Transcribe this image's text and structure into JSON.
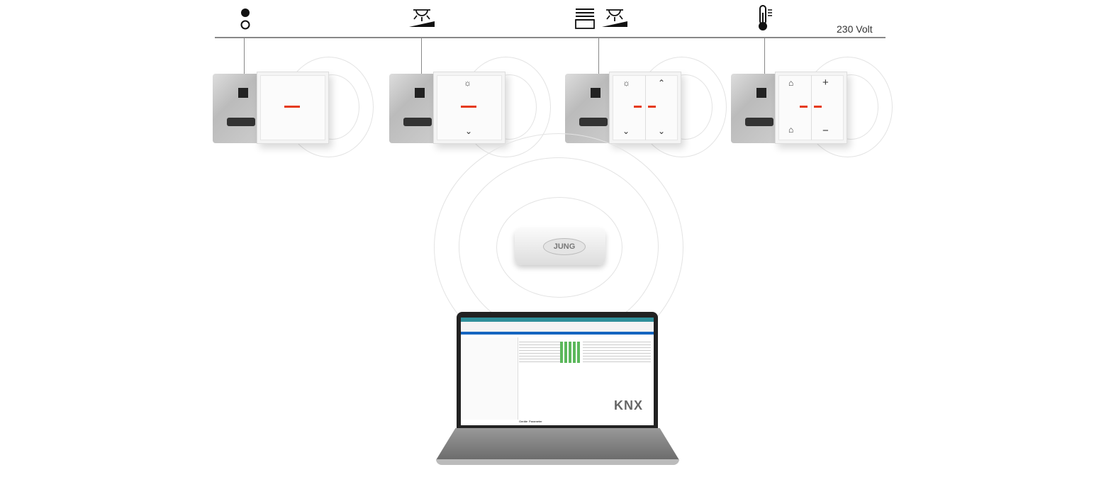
{
  "bus": {
    "label": "230 Volt"
  },
  "icons": [
    "on-off-icon",
    "dimmer-icon",
    "blind-dimmer-icon",
    "thermostat-icon"
  ],
  "devices": [
    {
      "name": "switch-actuator",
      "symbols": []
    },
    {
      "name": "dimmer-actuator",
      "symbols": [
        "☼",
        "⌄"
      ]
    },
    {
      "name": "blind-actuator",
      "symbols": [
        "☼",
        "⌃",
        "⌄",
        "⌄"
      ]
    },
    {
      "name": "room-thermostat",
      "symbols": [
        "⌂",
        "+",
        "⌂",
        "−"
      ]
    }
  ],
  "led_color": "#e53a1a",
  "stick": {
    "brand": "JUNG"
  },
  "laptop": {
    "logo": "KNX",
    "tabs": [
      "Geräte",
      "Parameter"
    ]
  }
}
